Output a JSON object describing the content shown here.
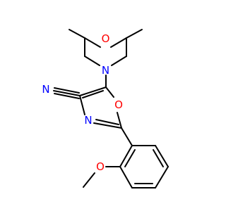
{
  "molecule": {
    "atoms": [
      {
        "id": "O_morph",
        "symbol": "O",
        "color": "#ff0000"
      },
      {
        "id": "N_morph",
        "symbol": "N",
        "color": "#0000ff"
      },
      {
        "id": "O_ring",
        "symbol": "O",
        "color": "#ff0000"
      },
      {
        "id": "N_ring",
        "symbol": "N",
        "color": "#0000ff"
      },
      {
        "id": "N_nitrile",
        "symbol": "N",
        "color": "#0000ff"
      },
      {
        "id": "O_methoxy",
        "symbol": "O",
        "color": "#ff0000"
      }
    ],
    "colors": {
      "bond": "#000000",
      "oxygen": "#ff0000",
      "nitrogen": "#0000ff",
      "background": "#ffffff"
    }
  }
}
